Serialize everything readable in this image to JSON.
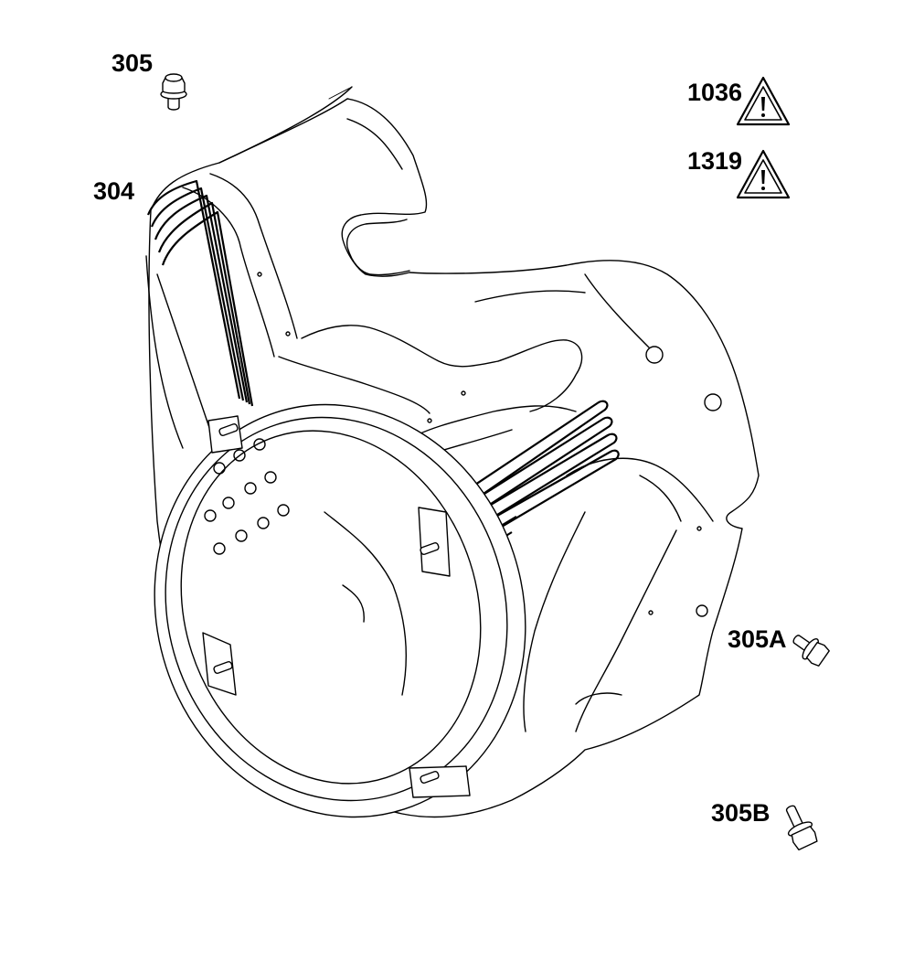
{
  "callouts": {
    "p305": "305",
    "p304": "304",
    "p1036": "1036",
    "p1319": "1319",
    "p305a": "305A",
    "p305b": "305B"
  },
  "icons": {
    "warning": "warning-triangle-icon",
    "bolt": "flange-bolt-icon"
  },
  "colors": {
    "line": "#000000",
    "background": "#ffffff"
  }
}
